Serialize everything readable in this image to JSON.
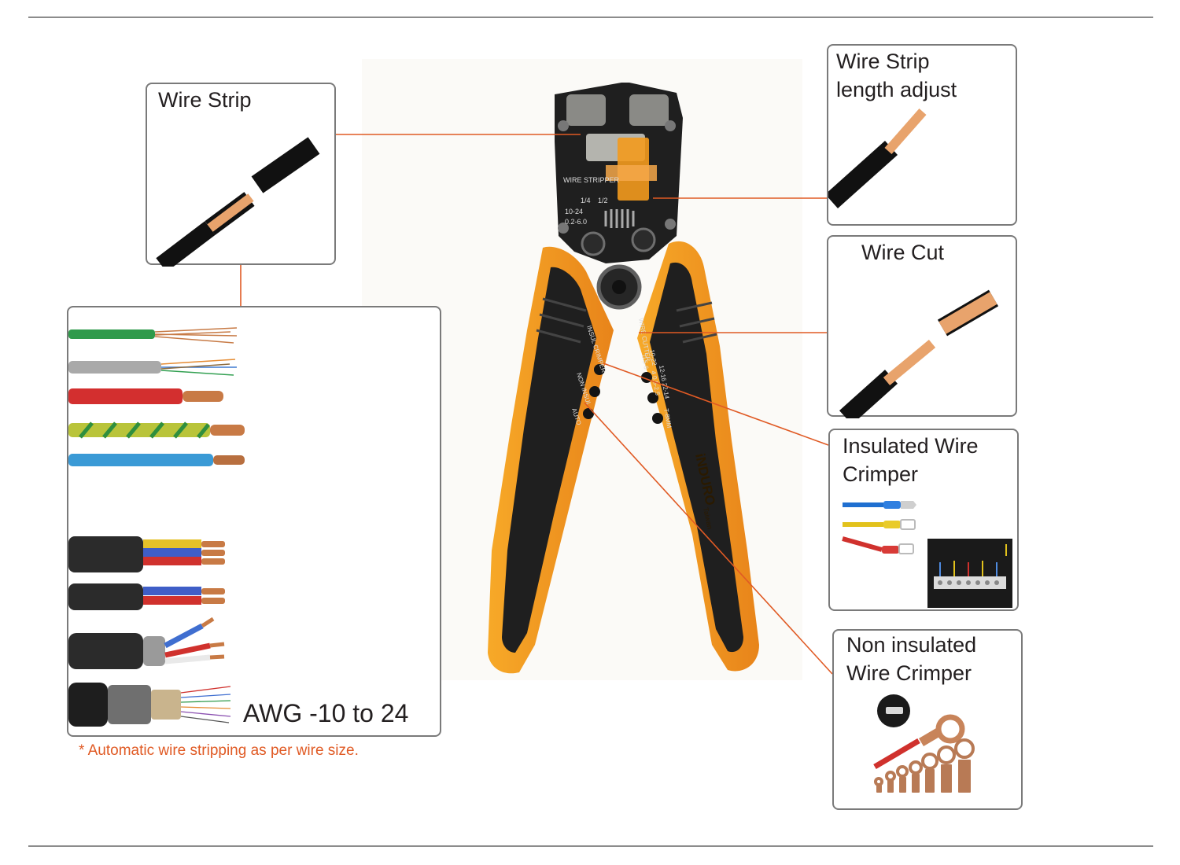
{
  "colors": {
    "accent_line": "#e05a24",
    "box_border": "#7a7a7a",
    "copper": "#e8a36c",
    "tool_orange": "#f39a1d",
    "tool_black": "#1f1f1f"
  },
  "callouts": {
    "wire_strip": {
      "title": "Wire Strip"
    },
    "strip_length_adjust": {
      "title": "Wire Strip\nlength adjust"
    },
    "wire_cut": {
      "title": "Wire Cut"
    },
    "insulated_crimper": {
      "title": "Insulated Wire\nCrimper"
    },
    "non_insulated_crimper": {
      "title": "Non insulated\nWire  Crimper"
    }
  },
  "cable_panel": {
    "awg_label": "AWG -10 to 24",
    "footnote": "* Automatic wire stripping as per wire size."
  },
  "tool": {
    "brand": "iNDURO",
    "origin": "Taiwan",
    "stripper_label": "WIRE STRIPPER",
    "fraction_quarter": "1/4",
    "fraction_half": "1/2",
    "gauge_range": "10-24",
    "mm_range": "0.2-6.0",
    "crimp_labels": [
      "INSUL CRIMPER",
      "NON INSUL",
      "AUTO"
    ],
    "cutter_label": "WIRE CUTTER",
    "cut_gauges": [
      "10-22",
      "0.5-6",
      "12-16 22-14",
      "4 0.5-2.5",
      "T-8MM"
    ]
  },
  "icons": [
    "wire-strip-icon",
    "wire-cut-icon",
    "crimp-terminal-icon",
    "ring-terminal-icon",
    "terminal-block-icon"
  ]
}
